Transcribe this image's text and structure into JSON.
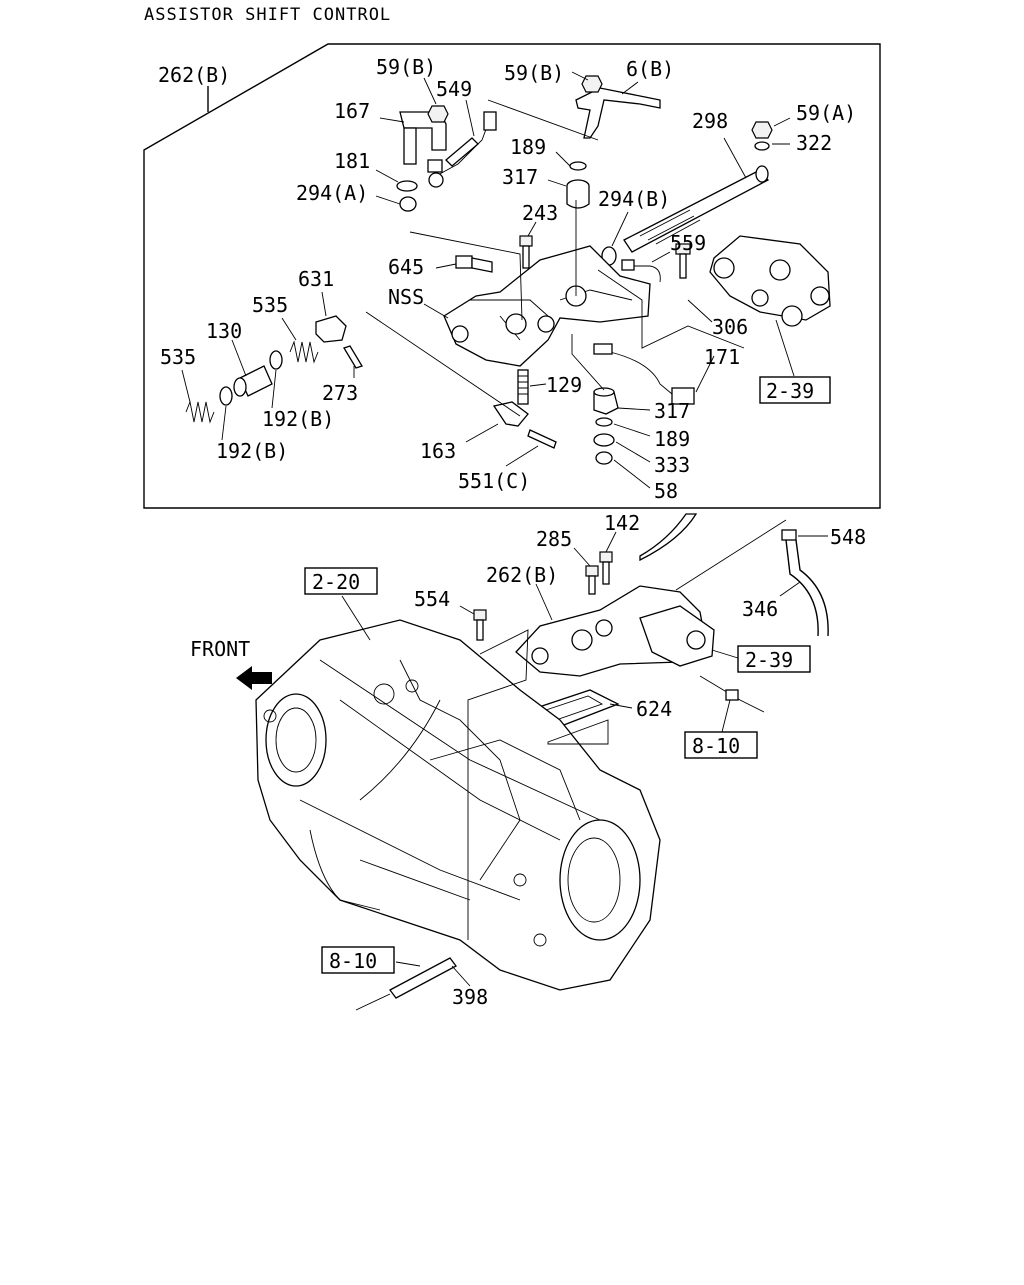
{
  "title": "ASSISTOR SHIFT CONTROL",
  "upper_box_label": "262(B)",
  "front_label": "FRONT",
  "callouts": {
    "c59b_1": "59(B)",
    "c549": "549",
    "c59b_2": "59(B)",
    "c6b": "6(B)",
    "c167": "167",
    "c189_top": "189",
    "c298": "298",
    "c59a": "59(A)",
    "c322": "322",
    "c181": "181",
    "c317_top": "317",
    "c294a": "294(A)",
    "c294b": "294(B)",
    "c243": "243",
    "c559": "559",
    "c645": "645",
    "c631": "631",
    "cnss": "NSS",
    "c535_a": "535",
    "c306": "306",
    "c130": "130",
    "c171": "171",
    "c535_b": "535",
    "c129": "129",
    "c273": "273",
    "c192b_a": "192(B)",
    "c317_bot": "317",
    "c189_bot": "189",
    "c192b_b": "192(B)",
    "c163": "163",
    "c333": "333",
    "c551c": "551(C)",
    "c58": "58",
    "c285": "285",
    "c142": "142",
    "c548": "548",
    "c262b_lower": "262(B)",
    "c554": "554",
    "c346": "346",
    "c624": "624",
    "c398": "398"
  },
  "references": {
    "ref_2_39_upper": "2-39",
    "ref_2_20": "2-20",
    "ref_2_39_lower": "2-39",
    "ref_8_10_right": "8-10",
    "ref_8_10_left": "8-10"
  }
}
